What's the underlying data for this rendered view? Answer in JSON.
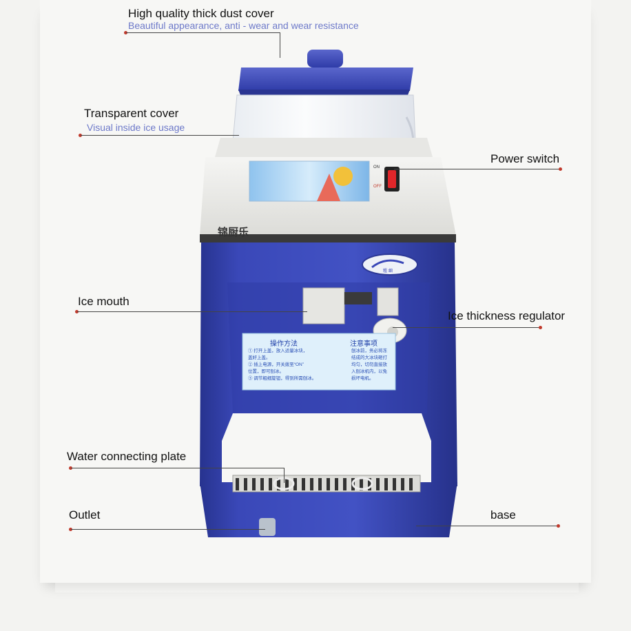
{
  "callouts": {
    "dust_cover": {
      "title": "High quality thick dust cover",
      "subtitle": "Beautiful appearance, anti - wear and wear resistance"
    },
    "transparent_cover": {
      "title": "Transparent cover",
      "subtitle": "Visual inside ice usage"
    },
    "power_switch": {
      "title": "Power switch"
    },
    "ice_mouth": {
      "title": "Ice mouth"
    },
    "thickness_regulator": {
      "title": "Ice thickness regulator"
    },
    "water_plate": {
      "title": "Water connecting plate"
    },
    "outlet": {
      "title": "Outlet"
    },
    "base": {
      "title": "base"
    }
  },
  "machine": {
    "brand": "锦厨乐",
    "switch_on": "ON",
    "switch_off": "OFF",
    "instruction_left_title": "操作方法",
    "instruction_right_title": "注意事项",
    "instruction_left_lines": [
      "① 打开上盖，放入适量冰块，",
      "盖好上盖。",
      "② 插上电源，开关拨至“ON”",
      "位置，即可刨冰。",
      "③ 调节粗细旋钮，得到所需刨冰。"
    ],
    "instruction_right_lines": [
      "刨冰前，务必将冻",
      "结成的大冰块砸打",
      "均匀，切勿直接放",
      "入刨冰机内，以免",
      "损坏电机。"
    ],
    "dial_text": "粗  细"
  },
  "colors": {
    "body_blue": "#3a48b8",
    "dark_blue": "#27338f",
    "cover_white": "#f1f1ee",
    "switch_red": "#e0262a",
    "callout_dot": "#c0392b",
    "subtitle_color": "#6d79c9"
  }
}
